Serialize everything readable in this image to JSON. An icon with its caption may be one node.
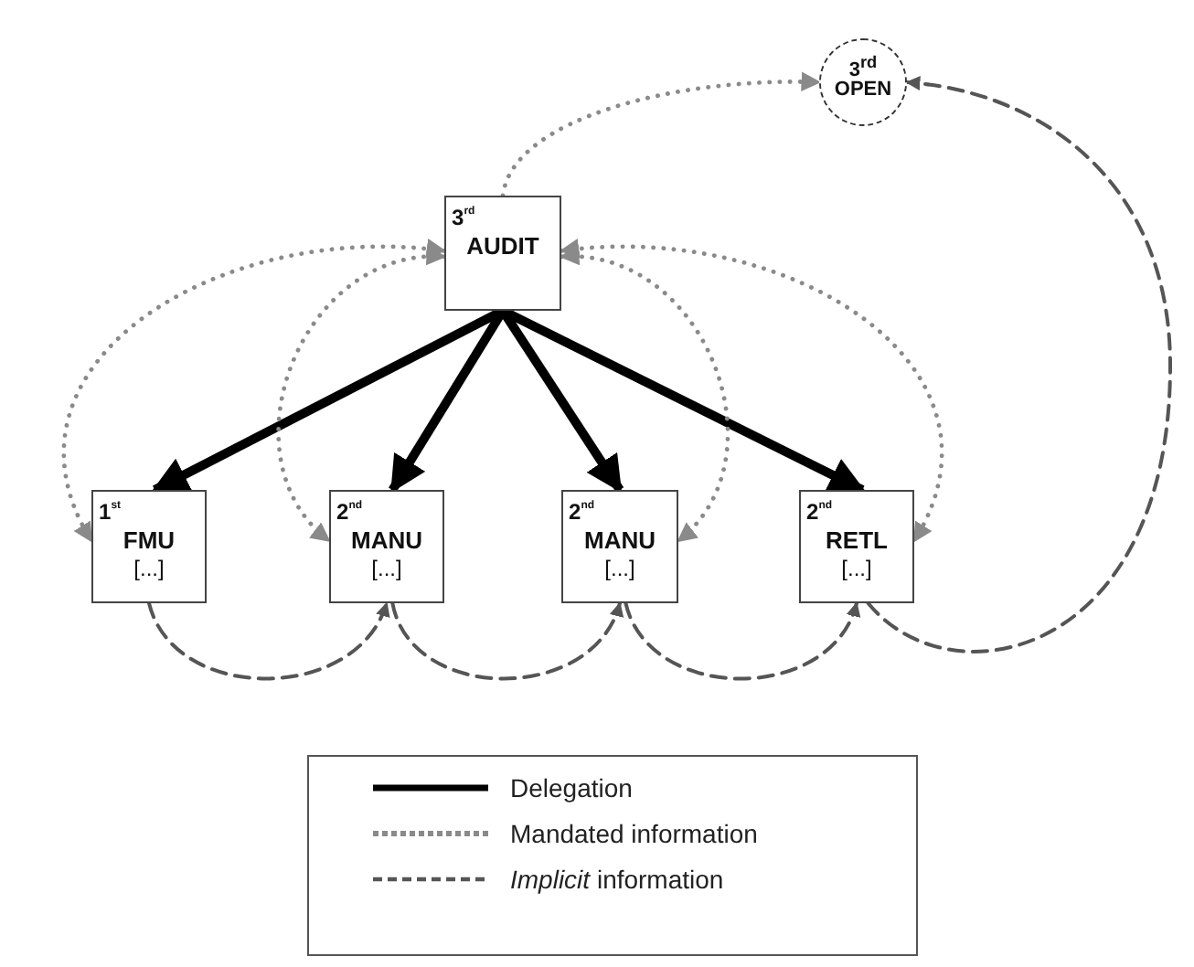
{
  "diagram": {
    "nodes": [
      {
        "text": [
          "3$^{rd}$",
          "OPEN"
        ]
      },
      {
        "text": [
          "3$^{rd}$",
          "AUDIT"
        ]
      },
      {
        "text": [
          "1$^{st}$",
          "FMU",
          "[...]"
        ]
      },
      {
        "text": [
          "2$^{nd}$",
          "MANU",
          "[...]"
        ]
      },
      {
        "text": [
          "2$^{nd}$",
          "MANU",
          "[...]"
        ]
      },
      {
        "text": [
          "2$^{nd}$",
          "RETL",
          "[...]"
        ]
      }
    ],
    "edges": [
      {
        "from": 1,
        "to": 2,
        "arrow": "to",
        "style": "thick",
        "color": "#000000"
      },
      {
        "from": 1,
        "to": 3,
        "arrow": "to",
        "style": "thick",
        "color": "#000000"
      },
      {
        "from": 1,
        "to": 4,
        "arrow": "to",
        "style": "thick",
        "color": "#000000"
      },
      {
        "from": 1,
        "to": 5,
        "arrow": "to",
        "style": "thick",
        "color": "#000000"
      },
      {
        "from": 1,
        "to": 0,
        "arrow": "to",
        "style": "dashed",
        "color": "#8a8a8a"
      },
      {
        "from": 1,
        "to": 2,
        "arrow": "both",
        "style": "dashed",
        "color": "#8a8a8a"
      },
      {
        "from": 1,
        "to": 3,
        "arrow": "both",
        "style": "dashed",
        "color": "#8a8a8a"
      },
      {
        "from": 1,
        "to": 4,
        "arrow": "both",
        "style": "dashed",
        "color": "#8a8a8a"
      },
      {
        "from": 1,
        "to": 5,
        "arrow": "both",
        "style": "dashed",
        "color": "#8a8a8a"
      },
      {
        "from": 2,
        "to": 3,
        "arrow": "to",
        "style": "dashed",
        "color": "#555555"
      },
      {
        "from": 3,
        "to": 4,
        "arrow": "to",
        "style": "dashed",
        "color": "#555555"
      },
      {
        "from": 4,
        "to": 5,
        "arrow": "to",
        "style": "dashed",
        "color": "#555555"
      },
      {
        "from": 5,
        "to": 0,
        "arrow": "to",
        "style": "dashed",
        "color": "#555555"
      }
    ],
    "legend": [
      {
        "text": "Delegation"
      },
      {
        "text": "Mandated information"
      },
      {
        "text": "*Implicit* information"
      }
    ]
  }
}
